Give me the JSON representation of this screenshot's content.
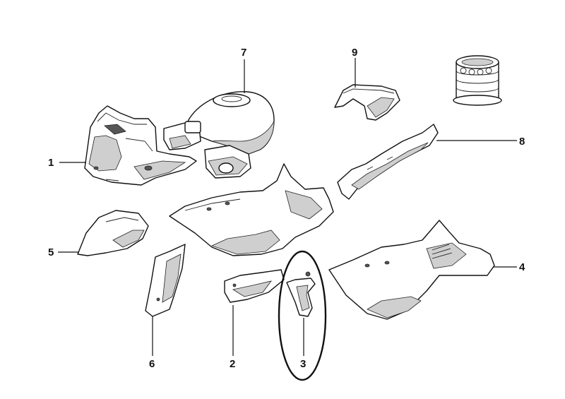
{
  "diagram": {
    "callouts": {
      "p1": "1",
      "p2": "2",
      "p3": "3",
      "p4": "4",
      "p5": "5",
      "p6": "6",
      "p7": "7",
      "p8": "8",
      "p9": "9"
    },
    "highlighted_part": "3"
  }
}
